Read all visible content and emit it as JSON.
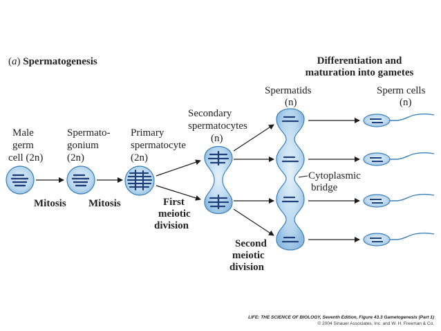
{
  "panel_title": {
    "letter": "a",
    "text": "Spermatogenesis"
  },
  "header": {
    "line1": "Differentiation and",
    "line2": "maturation into gametes"
  },
  "stages": {
    "male_germ": [
      "Male",
      "germ",
      "cell (2n)"
    ],
    "spermatogonium": [
      "Spermato-",
      "gonium",
      "(2n)"
    ],
    "primary": [
      "Primary",
      "spermatocyte",
      "(2n)"
    ],
    "secondary": [
      "Secondary",
      "spermatocytes",
      "(n)"
    ],
    "spermatids": [
      "Spermatids",
      "(n)"
    ],
    "sperm": [
      "Sperm cells",
      "(n)"
    ]
  },
  "processes": {
    "mitosis_1": "Mitosis",
    "mitosis_2": "Mitosis",
    "first_meiotic": [
      "First",
      "meiotic",
      "division"
    ],
    "second_meiotic": [
      "Second",
      "meiotic",
      "division"
    ],
    "cytoplasmic_bridge": [
      "Cytoplasmic",
      "bridge"
    ]
  },
  "credit": {
    "line1": "LIFE: THE SCIENCE OF BIOLOGY, Seventh Edition, Figure 43.3 Gametogenesis (Part 1)",
    "line2": "© 2004 Sinauer Associates, Inc. and W. H. Freeman & Co."
  },
  "colors": {
    "cell_fill": "#bcd9ef",
    "cell_stroke": "#3a7fb8",
    "chromosome": "#1f3f7a",
    "arrow": "#1a1a1a"
  }
}
